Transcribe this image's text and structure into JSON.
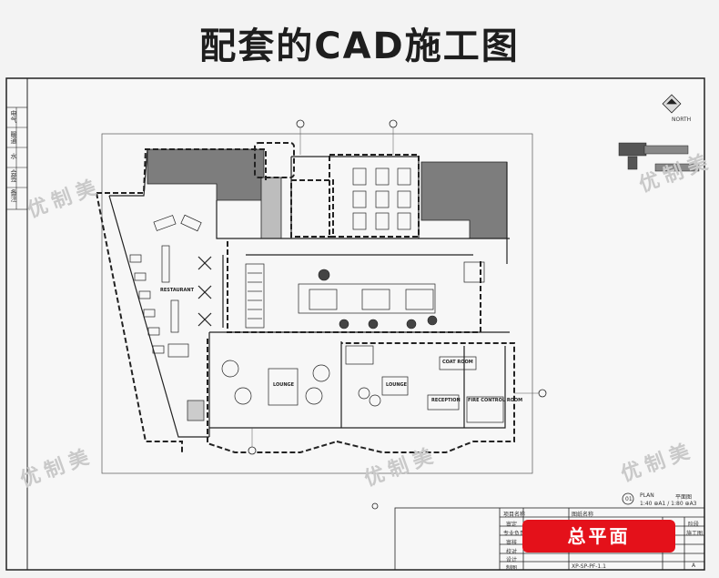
{
  "title": "配套的CAD施工图",
  "badge": "总平面",
  "watermark": "优制美",
  "north_label": "NORTH",
  "plan": {
    "number": "01",
    "label_en": "PLAN",
    "label_cn": "平面图",
    "scale": "1:40 ⊕A1 / 1:80 ⊕A3"
  },
  "rooms": {
    "restaurant": "RESTAURANT",
    "lounge1": "LOUNGE",
    "lounge2": "LOUNGE",
    "reception": "RECEPTION",
    "coat_room": "COAT ROOM",
    "control_room": "FIRE CONTROL ROOM"
  },
  "sidebar": [
    "备注",
    "会签",
    "水",
    "暖通",
    "电气"
  ],
  "title_block": {
    "project": "项目名称",
    "drawing_name": "图纸名称",
    "review": "审定",
    "specialty": "专业负责",
    "check": "审核",
    "verify": "校对",
    "design": "设计",
    "draw": "制图",
    "stage": "阶段",
    "stage_value": "施工图",
    "size_value": "A",
    "drawing_no": "XP-SP-PF-1.1"
  },
  "colors": {
    "accent": "#e4111a",
    "line": "#222222",
    "fill": "#7d7d7d"
  }
}
